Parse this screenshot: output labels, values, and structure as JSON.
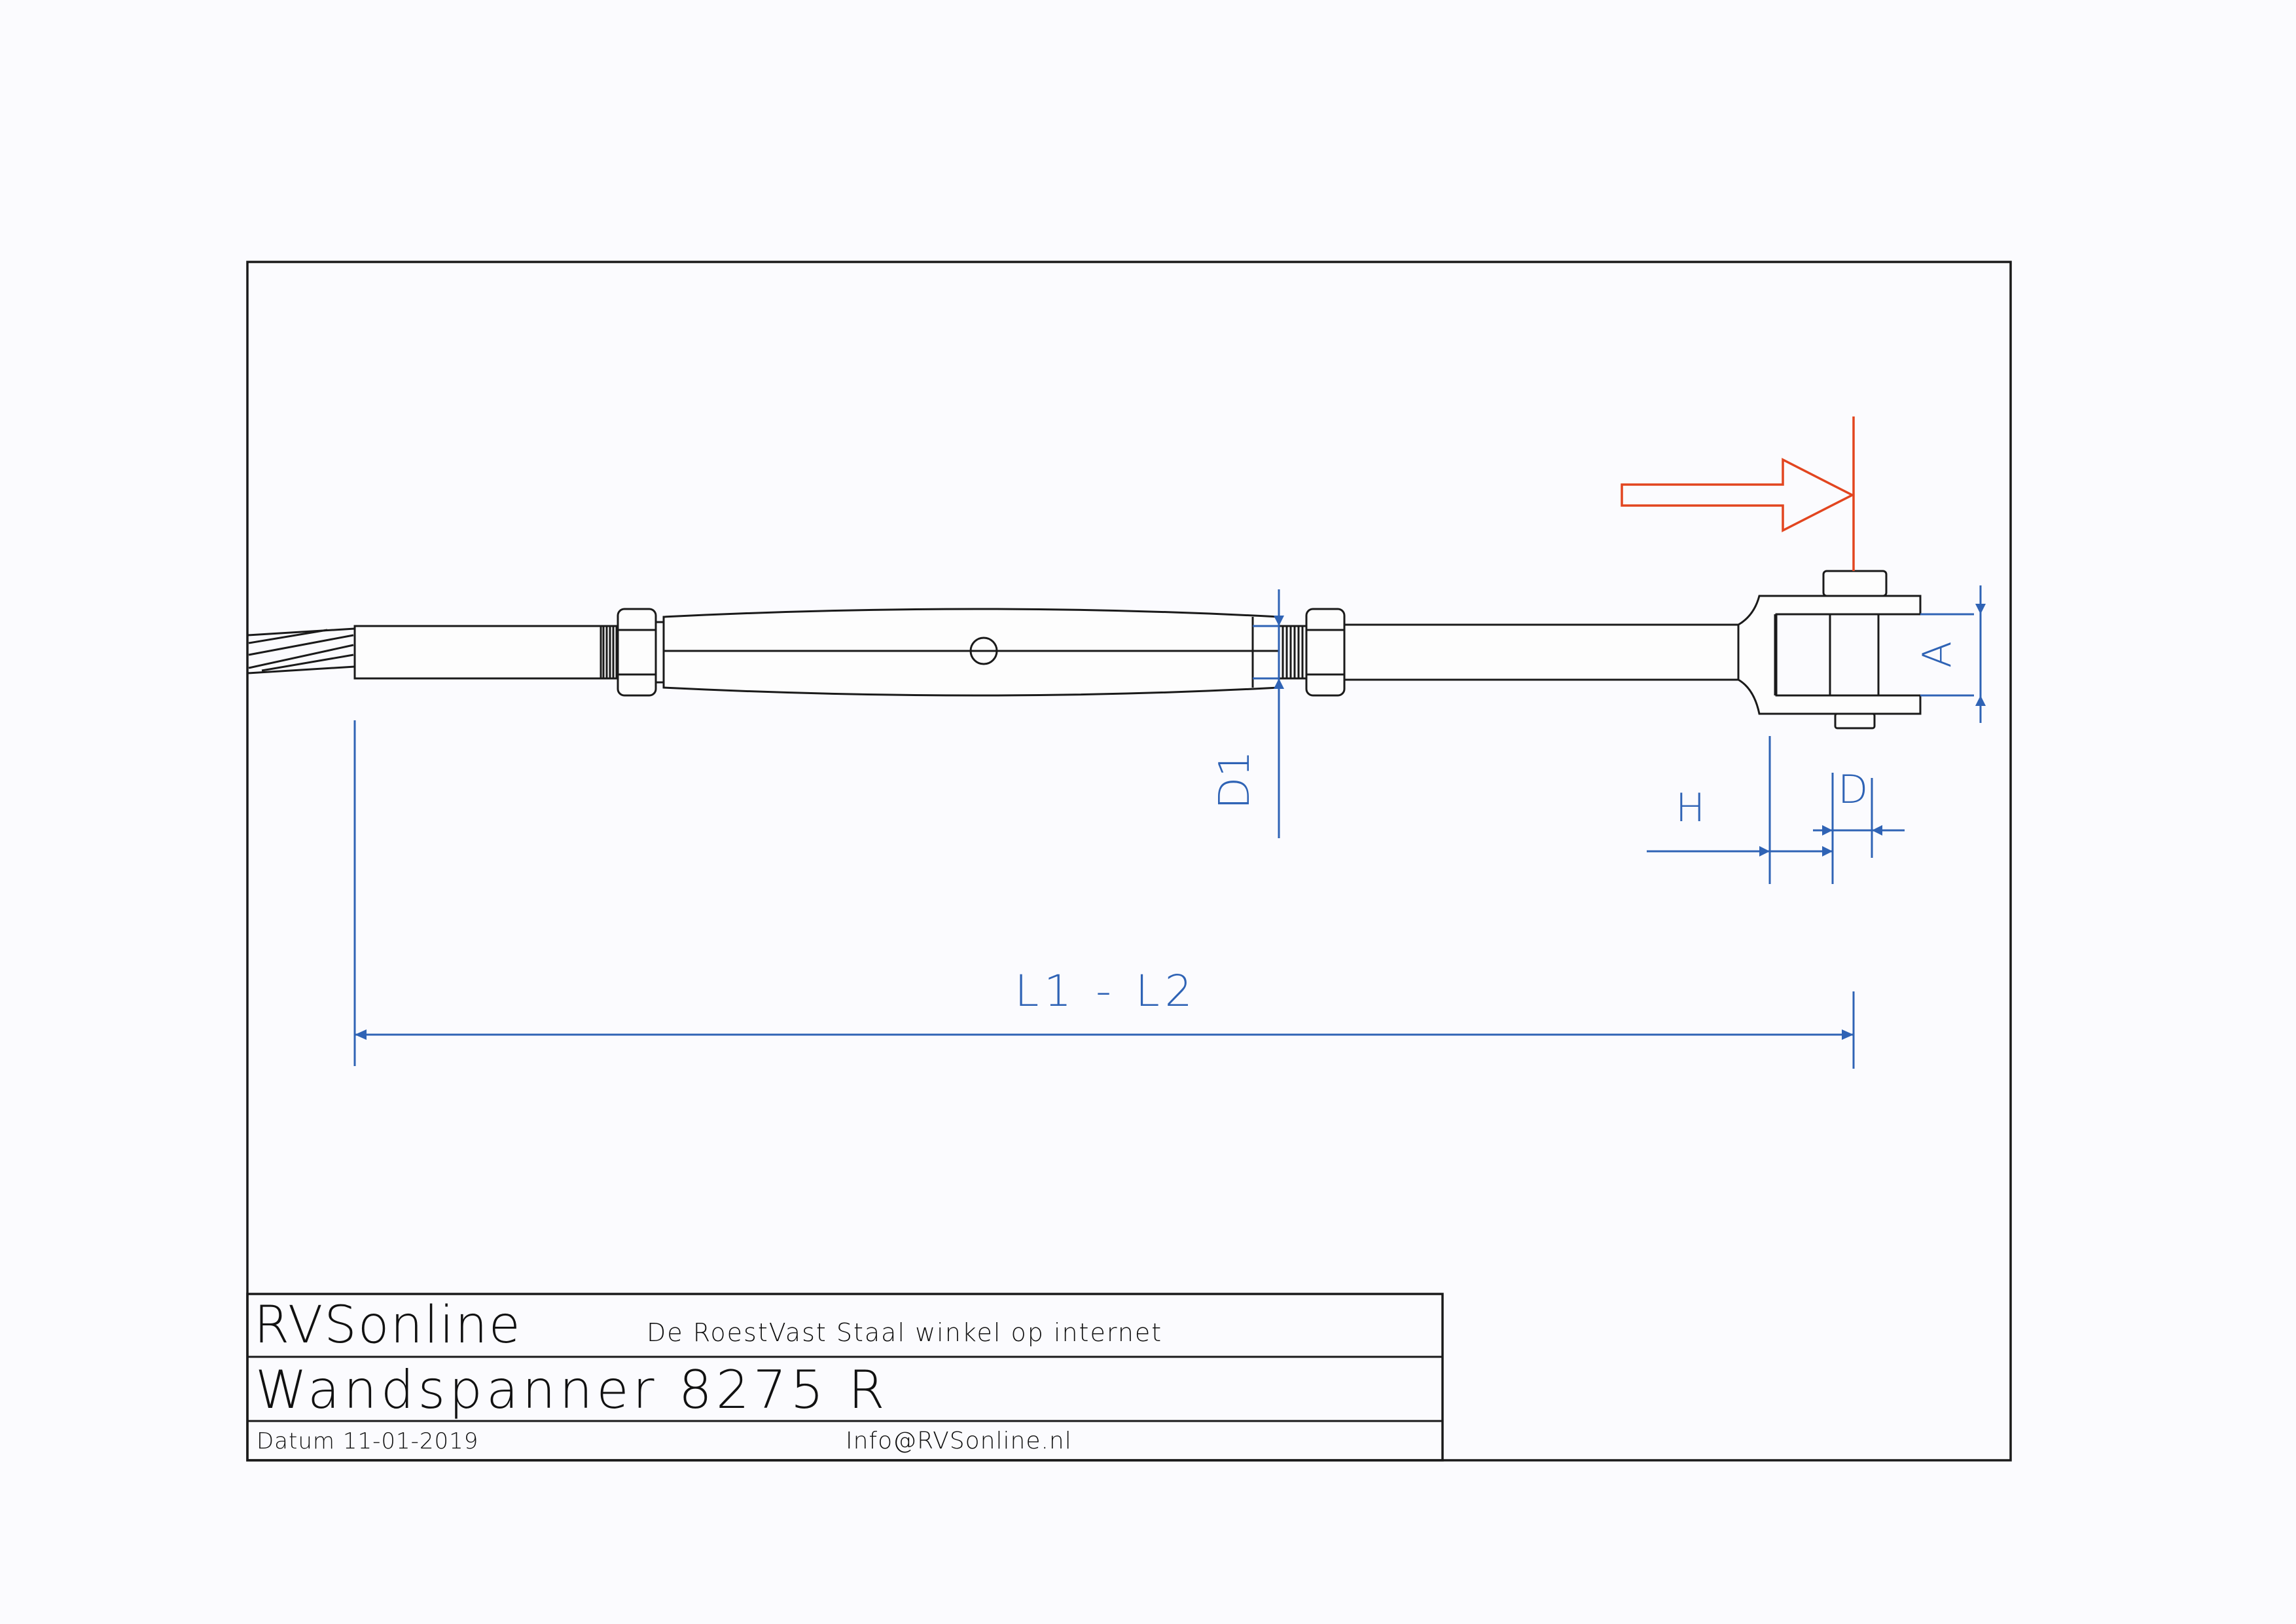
{
  "drawing": {
    "dimensions": {
      "d1": "D1",
      "a": "A",
      "h": "H",
      "d": "D",
      "length": "L1 - L2"
    }
  },
  "title_block": {
    "company": "RVSonline",
    "tagline": "De RoestVast Staal winkel op internet",
    "product": "Wandspanner 8275 R",
    "date": "Datum 11-01-2019",
    "email": "Info@RVSonline.nl"
  },
  "colors": {
    "line": "#1a1a1a",
    "dimension": "#2f63b5",
    "indicator": "#e2451f",
    "paper": "#fbfbfe"
  }
}
